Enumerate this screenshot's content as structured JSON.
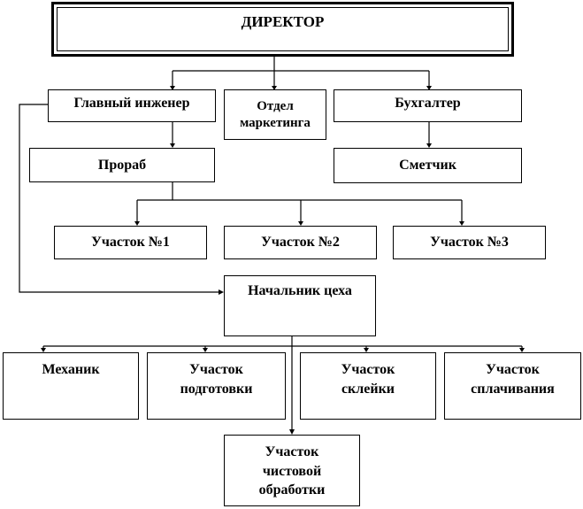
{
  "director": "ДИРЕКТОР",
  "chief_engineer": "Главный инженер",
  "marketing": "Отдел\nмаркетинга",
  "accountant": "Бухгалтер",
  "foreman": "Прораб",
  "estimator": "Сметчик",
  "site1": "Участок №1",
  "site2": "Участок №2",
  "site3": "Участок №3",
  "shop_head": "Начальник цеха",
  "mechanic": "Механик",
  "prep_site": "Участок\nподготовки",
  "gluing_site": "Участок\nсклейки",
  "splicing_site": "Участок\nсплачивания",
  "finishing_site": "Участок\nчистовой\nобработки"
}
